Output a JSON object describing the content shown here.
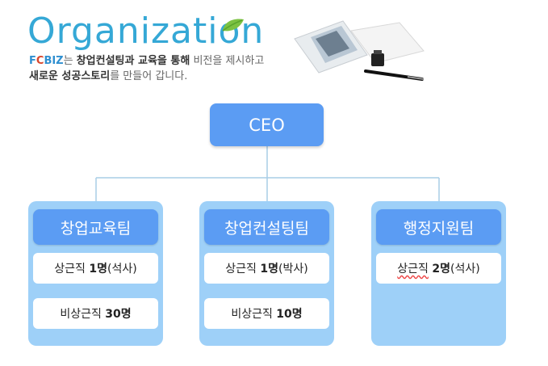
{
  "header": {
    "title": "Organization",
    "intro_brand": {
      "f": "F",
      "c": "C",
      "biz": "BIZ"
    },
    "intro_line1_part1": "는 ",
    "intro_line1_bold": "창업컨설팅과 교육을 통해",
    "intro_line1_part2": " 비전을 제시하고",
    "intro_line2_bold": "새로운 성공스토리",
    "intro_line2_part2": "를 만들어 갑니다."
  },
  "org": {
    "root": "CEO",
    "teams": [
      {
        "name": "창업교육팀",
        "staff": [
          {
            "prefix": "상근직 ",
            "count": "1명",
            "suffix": " (석사)"
          },
          {
            "prefix": "비상근직 ",
            "count": "30명",
            "suffix": ""
          }
        ]
      },
      {
        "name": "창업컨설팅팀",
        "staff": [
          {
            "prefix": "상근직 ",
            "count": "1명",
            "suffix": " (박사)"
          },
          {
            "prefix": "비상근직 ",
            "count": "10명",
            "suffix": ""
          }
        ]
      },
      {
        "name": "행정지원팀",
        "staff": [
          {
            "prefix": "상근직",
            "count": "2명",
            "suffix": " (석사)"
          }
        ]
      }
    ]
  },
  "colors": {
    "box": "#5b9cf3",
    "panel": "#9ed0f8",
    "title": "#35a8d6",
    "connector": "#a9cde6"
  }
}
